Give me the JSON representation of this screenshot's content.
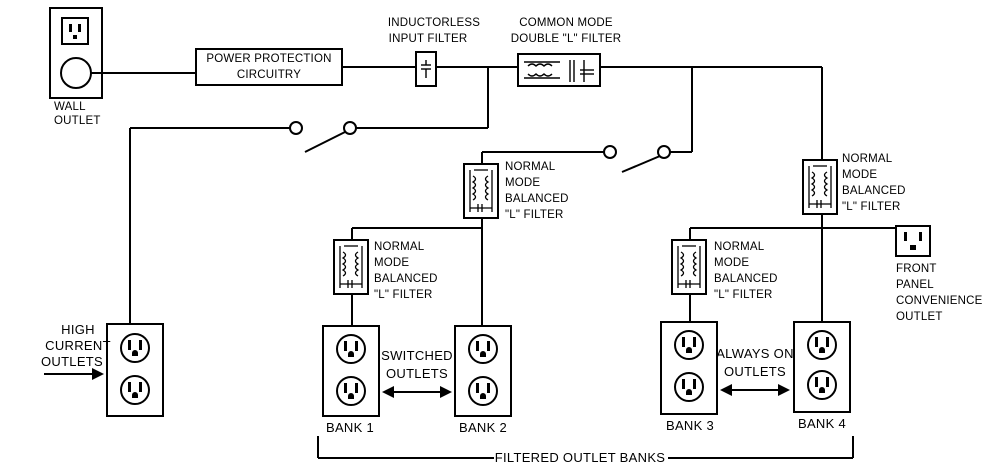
{
  "wall_outlet": {
    "label_line1": "WALL",
    "label_line2": "OUTLET"
  },
  "power_protection": {
    "line1": "POWER PROTECTION",
    "line2": "CIRCUITRY"
  },
  "inductorless_filter": {
    "line1": "INDUCTORLESS",
    "line2": "INPUT FILTER"
  },
  "common_mode_filter": {
    "line1": "COMMON MODE",
    "line2": "DOUBLE \"L\" FILTER"
  },
  "normal_mode_filter": {
    "line1": "NORMAL",
    "line2": "MODE",
    "line3": "BALANCED",
    "line4": "\"L\" FILTER"
  },
  "front_panel_outlet": {
    "line1": "FRONT",
    "line2": "PANEL",
    "line3": "CONVENIENCE",
    "line4": "OUTLET"
  },
  "high_current": {
    "line1": "HIGH",
    "line2": "CURRENT",
    "line3": "OUTLETS"
  },
  "switched_outlets": {
    "line1": "SWITCHED",
    "line2": "OUTLETS"
  },
  "always_on_outlets": {
    "line1": "ALWAYS ON",
    "line2": "OUTLETS"
  },
  "banks": {
    "bank1": "BANK 1",
    "bank2": "BANK 2",
    "bank3": "BANK 3",
    "bank4": "BANK 4"
  },
  "filtered_banks": "FILTERED OUTLET BANKS"
}
